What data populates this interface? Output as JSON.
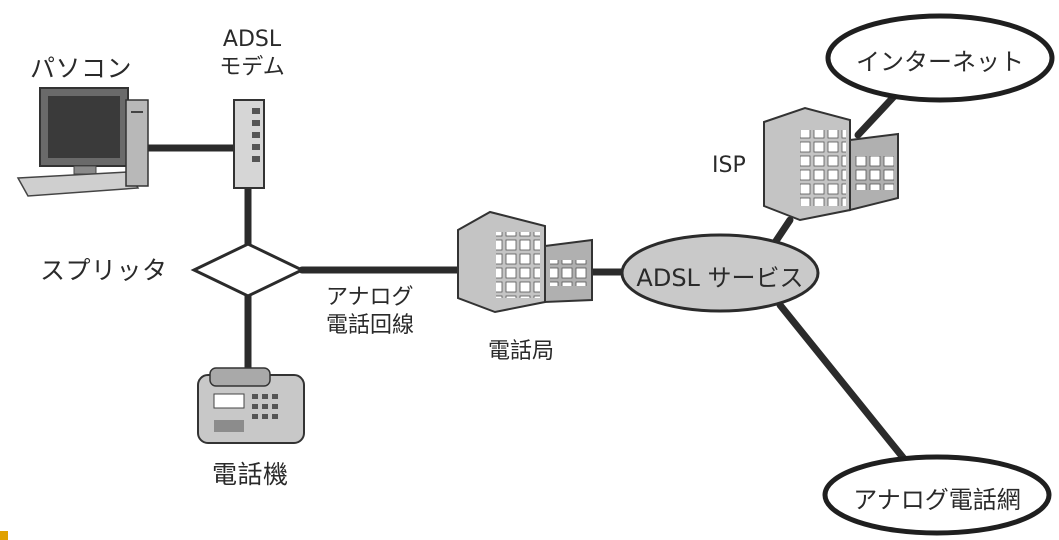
{
  "labels": {
    "pc": "パソコン",
    "modem_line1": "ADSL",
    "modem_line2": "モデム",
    "splitter": "スプリッタ",
    "phone": "電話機",
    "line_1": "アナログ",
    "line_2": "電話回線",
    "exchange": "電話局",
    "adsl_service": "ADSL サービス",
    "isp": "ISP",
    "internet": "インターネット",
    "analog_network": "アナログ電話網"
  },
  "colors": {
    "line": "#2b2b2b",
    "ellipse_fill": "#c9c9c9",
    "building_fill": "#bdbdbd",
    "accent": "#e0a100"
  }
}
